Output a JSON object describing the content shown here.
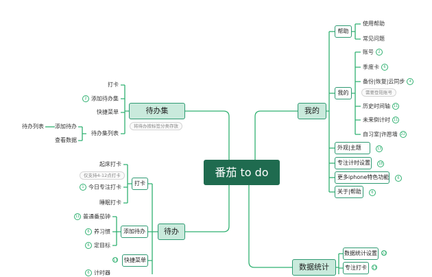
{
  "root": {
    "label": "番茄 to do"
  },
  "branches": {
    "mine": {
      "label": "我的",
      "help": {
        "label": "帮助",
        "items": [
          "使用帮助",
          "常见问题"
        ]
      },
      "mine_sub": {
        "label": "我的",
        "items": [
          {
            "label": "账号",
            "badge": "2"
          },
          {
            "label": "季度卡",
            "badge": "6"
          },
          {
            "label": "备份|恢复|云同步",
            "badge": "4",
            "note": "需要登陆账号"
          },
          {
            "label": "历史时间轴",
            "badge": "11"
          },
          {
            "label": "未来倒计时",
            "badge": "11"
          },
          {
            "label": "自习室|许愿墙",
            "badge": "22"
          }
        ]
      },
      "others": [
        {
          "label": "外观|主题",
          "badge": "13"
        },
        {
          "label": "专注计时设置",
          "badge": "18"
        },
        {
          "label": "更多iphone特色功能",
          "badge": "6"
        },
        {
          "label": "关于|帮助",
          "badge": "6"
        }
      ]
    },
    "todo_set": {
      "label": "待办集",
      "note": "将待办按标签分类存放",
      "items": [
        {
          "label": "打卡"
        },
        {
          "label": "添加待办集",
          "badge": "2"
        },
        {
          "label": "快捷菜单"
        },
        {
          "label": "待办集列表"
        }
      ],
      "list_items": [
        "添加待办",
        "查看数据"
      ],
      "list_leaf": "待办列表"
    },
    "todo": {
      "label": "待办",
      "checkin": {
        "label": "打卡",
        "items": [
          {
            "label": "起床打卡"
          },
          {
            "label": "今日专注打卡",
            "badge": "1"
          },
          {
            "label": "睡眠打卡"
          }
        ],
        "note": "仅支持4-12点打卡"
      },
      "add": {
        "label": "添加待办",
        "items": [
          {
            "label": "普通番茄钟",
            "badge": "11"
          },
          {
            "label": "养习惯",
            "badge": "6"
          },
          {
            "label": "定目标",
            "badge": "6"
          }
        ]
      },
      "shortcut": {
        "label": "快捷菜单",
        "badge": "13"
      },
      "partial": {
        "label": "计时器",
        "badge": "6"
      }
    },
    "stats": {
      "label": "数据统计",
      "items": [
        {
          "label": "数据统计设置",
          "badge": "22"
        },
        {
          "label": "专注打卡",
          "badge": "13"
        }
      ]
    }
  },
  "colors": {
    "line": "#2fb070",
    "root": "#1f6b4f",
    "main_fill": "#c9eadc",
    "main_border": "#2e9a72"
  }
}
